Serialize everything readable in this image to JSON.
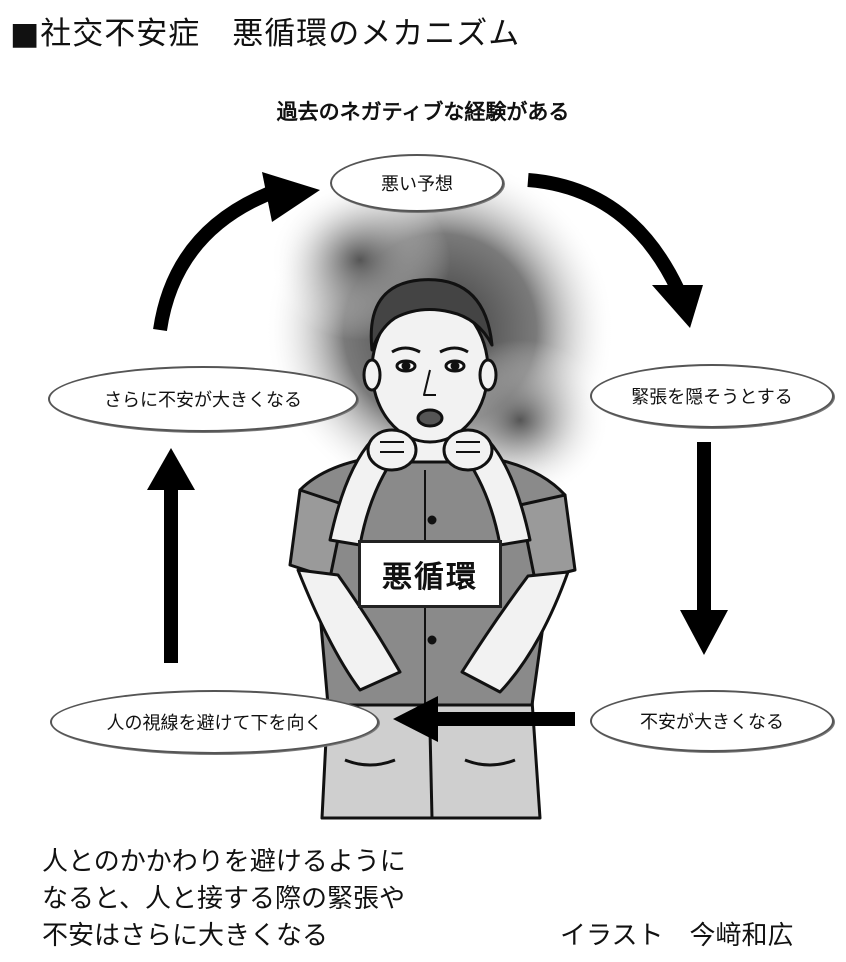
{
  "header": {
    "title": "■社交不安症　悪循環のメカニズム",
    "subtitle": "過去のネガティブな経験がある"
  },
  "cycle": {
    "center_label": "悪循環",
    "nodes": [
      "悪い予想",
      "緊張を隠そうとする",
      "不安が大きくなる",
      "人の視線を避けて下を向く",
      "さらに不安が大きくなる"
    ]
  },
  "caption": {
    "lines": [
      "人とのかかわりを避けるように",
      "なると、人と接する際の緊張や",
      "不安はさらに大きくなる"
    ]
  },
  "credit": "イラスト　今﨑和広"
}
